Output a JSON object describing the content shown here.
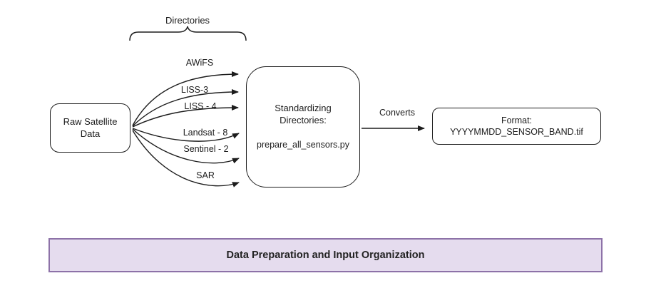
{
  "diagram": {
    "directories_label": "Directories",
    "source": {
      "line1": "Raw Satellite",
      "line2": "Data"
    },
    "sensors": [
      "AWiFS",
      "LISS-3",
      "LISS - 4",
      "Landsat - 8",
      "Sentinel - 2",
      "SAR"
    ],
    "process": {
      "line1": "Standardizing",
      "line2": "Directories:",
      "script": "prepare_all_sensors.py"
    },
    "converts_label": "Converts",
    "output": {
      "line1": "Format:",
      "line2": "YYYYMMDD_SENSOR_BAND.tif"
    }
  },
  "banner": {
    "label": "Data Preparation and Input Organization",
    "fill": "#e5dcee",
    "border": "#8d72a8"
  },
  "colors": {
    "stroke": "#1c1c1c",
    "background": "#ffffff"
  }
}
